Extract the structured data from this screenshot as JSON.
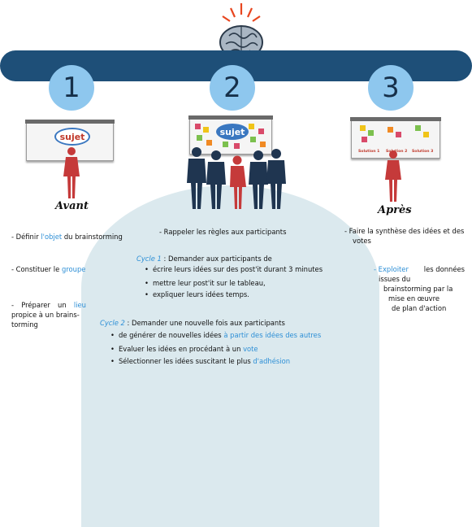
{
  "steps": [
    {
      "number": "1",
      "heading": "Avant"
    },
    {
      "number": "2",
      "heading": ""
    },
    {
      "number": "3",
      "heading": "Après"
    }
  ],
  "boards": {
    "sujet_label": "sujet",
    "solutions": [
      "Solution 1",
      "Solution 2",
      "Solution 3"
    ]
  },
  "colors": {
    "bar": "#1e4f78",
    "circle": "#8ec7ee",
    "accent_blue": "#2d8fd6",
    "arc": "#dbe9ee",
    "figure_red": "#c53a3a",
    "figure_navy": "#1f3550"
  },
  "avant": {
    "item1": {
      "pre": "- Définir ",
      "hl": "l'objet",
      "post": " du brainstorming"
    },
    "item2": {
      "pre": "- Constituer le ",
      "hl": "groupe",
      "post": ""
    },
    "item3": {
      "pre": "- Préparer un ",
      "hl": "lieu",
      "post": " propice à un brains-",
      "post2": "torming"
    }
  },
  "pendant": {
    "intro": "- Rappeler les règles aux participants",
    "cycle1_label": "Cycle 1",
    "cycle1_text": " : Demander aux participants de",
    "cycle1_items": [
      {
        "pre": "écrire leurs idées sur des post'it durant 3 minutes",
        "hl": ""
      },
      {
        "pre": "mettre leur post'it sur le tableau,",
        "hl": ""
      },
      {
        "pre": "expliquer leurs idées temps.",
        "hl": ""
      }
    ],
    "cycle2_label": "Cycle 2",
    "cycle2_text": " : Demander une nouvelle fois aux participants",
    "cycle2_items": [
      {
        "pre": "de générer de nouvelles idées ",
        "hl": "à partir des idées des autres"
      },
      {
        "pre": "Evaluer les idées en procédant à un ",
        "hl": "vote"
      },
      {
        "pre": "Sélectionner les idées suscitant le plus ",
        "hl": "d'adhésion"
      }
    ]
  },
  "apres": {
    "item1_line1": "- Faire la synthèse des idées et des",
    "item1_line2": "votes",
    "item2_hl": "- Exploiter",
    "item2_line1": " les données",
    "item2_line2": "issues du",
    "item2_line3": "brainstorming par la",
    "item2_line4": "mise en œuvre",
    "item2_line5": "de plan d'action"
  }
}
